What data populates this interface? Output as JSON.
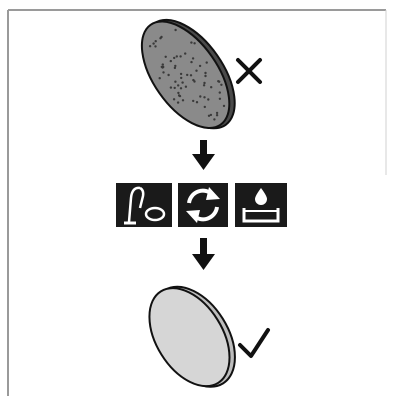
{
  "diagram": {
    "steps": [
      {
        "name": "dirty-filter",
        "status": "wrong",
        "status_icon": "cross-icon"
      },
      {
        "name": "cleaning-icons",
        "icons": [
          "vacuum-cleaner-icon",
          "rotate-arrows-icon",
          "water-basin-icon"
        ]
      },
      {
        "name": "clean-filter",
        "status": "correct",
        "status_icon": "checkmark-icon"
      }
    ],
    "colors": {
      "line": "#111111",
      "dirty_fill": "#8a8a8a",
      "dirty_dots": "#3a3a3a",
      "clean_fill": "#d6d6d6",
      "icon_bg": "#1a1a1a",
      "icon_fg": "#ffffff"
    }
  }
}
